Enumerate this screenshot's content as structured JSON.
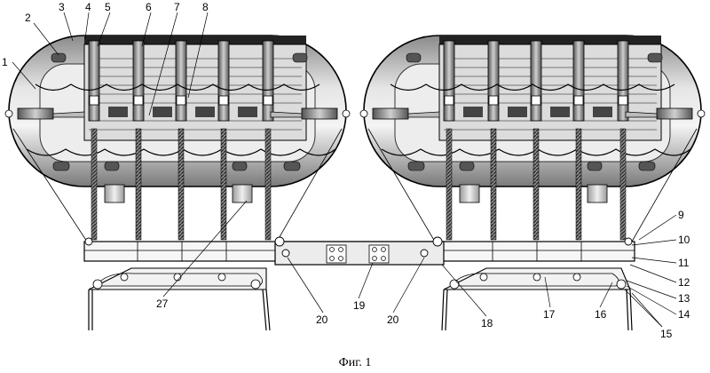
{
  "figure": {
    "caption": "Фиг. 1",
    "callouts": {
      "c1": "1",
      "c2": "2",
      "c3": "3",
      "c4": "4",
      "c5": "5",
      "c6": "6",
      "c7": "7",
      "c8": "8",
      "c9": "9",
      "c10": "10",
      "c11": "11",
      "c12": "12",
      "c13": "13",
      "c14": "14",
      "c15": "15",
      "c16": "16",
      "c17": "17",
      "c18": "18",
      "c19": "19",
      "c20a": "20",
      "c20b": "20",
      "c27": "27"
    }
  }
}
